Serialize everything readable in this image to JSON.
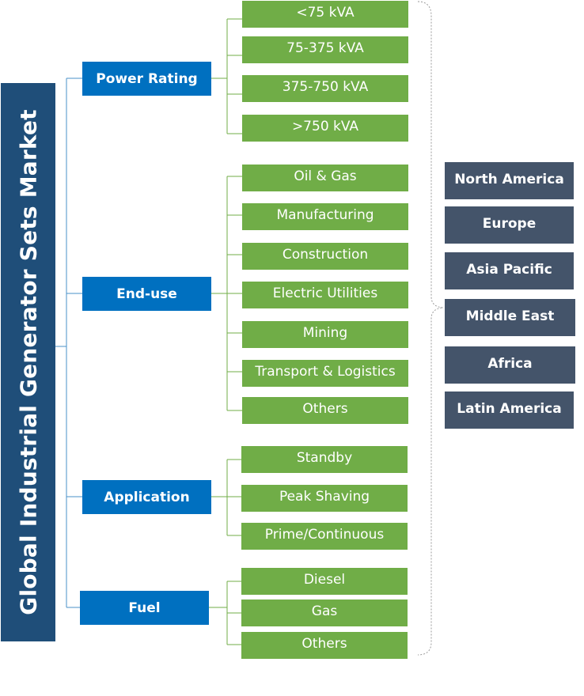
{
  "title": "Global Industrial Generator Sets Market",
  "categories": [
    {
      "label": "Power Rating",
      "items": [
        "<75 kVA",
        "75-375 kVA",
        "375-750 kVA",
        ">750 kVA"
      ]
    },
    {
      "label": "End-use",
      "items": [
        "Oil & Gas",
        "Manufacturing",
        "Construction",
        "Electric Utilities",
        "Mining",
        "Transport & Logistics",
        "Others"
      ]
    },
    {
      "label": "Application",
      "items": [
        "Standby",
        "Peak Shaving",
        "Prime/Continuous"
      ]
    },
    {
      "label": "Fuel",
      "items": [
        "Diesel",
        "Gas",
        "Others"
      ]
    }
  ],
  "regions": [
    "North America",
    "Europe",
    "Asia Pacific",
    "Middle East",
    "Africa",
    "Latin America"
  ],
  "colors": {
    "title": "#1f4e79",
    "category": "#0070c0",
    "leaf": "#70ad47",
    "region": "#44546a",
    "connector": "#70ad47",
    "trunk": "#0070c0"
  }
}
